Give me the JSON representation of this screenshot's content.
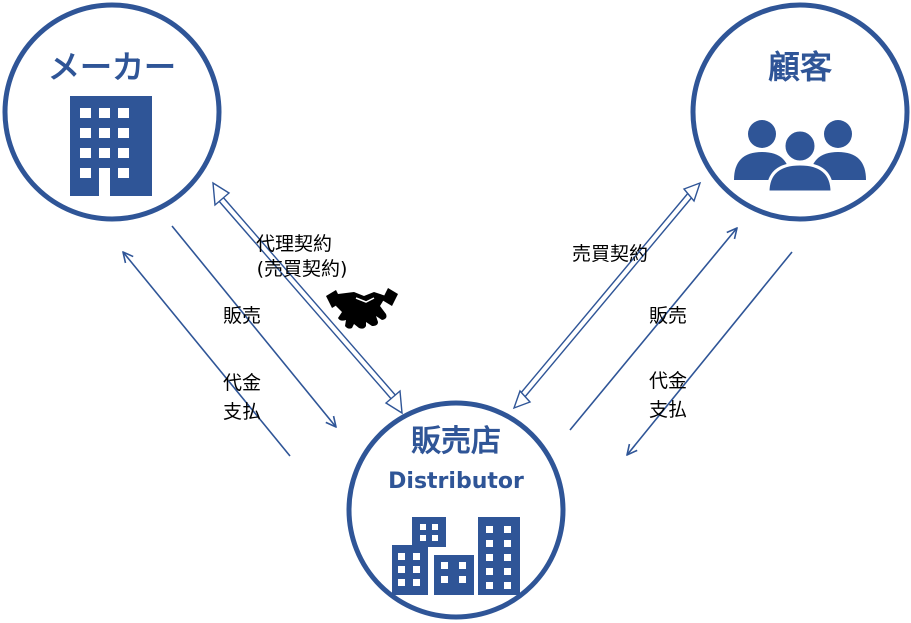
{
  "colors": {
    "primary": "#2f5597",
    "arrow": "#2f5597",
    "text": "#000000",
    "background": "#ffffff"
  },
  "nodes": {
    "maker": {
      "label": "メーカー",
      "icon": "office-building-icon"
    },
    "customer": {
      "label": "顧客",
      "icon": "people-group-icon"
    },
    "distributor": {
      "label": "販売店",
      "sublabel": "Distributor",
      "icon": "city-buildings-icon"
    }
  },
  "edges": {
    "agency_contract": {
      "line1": "代理契約",
      "line2": "(売買契約)",
      "icon": "handshake-icon"
    },
    "sale_left": "販売",
    "payment_left": {
      "line1": "代金",
      "line2": "支払"
    },
    "purchase_contract": "売買契約",
    "sale_right": "販売",
    "payment_right": {
      "line1": "代金",
      "line2": "支払"
    }
  }
}
